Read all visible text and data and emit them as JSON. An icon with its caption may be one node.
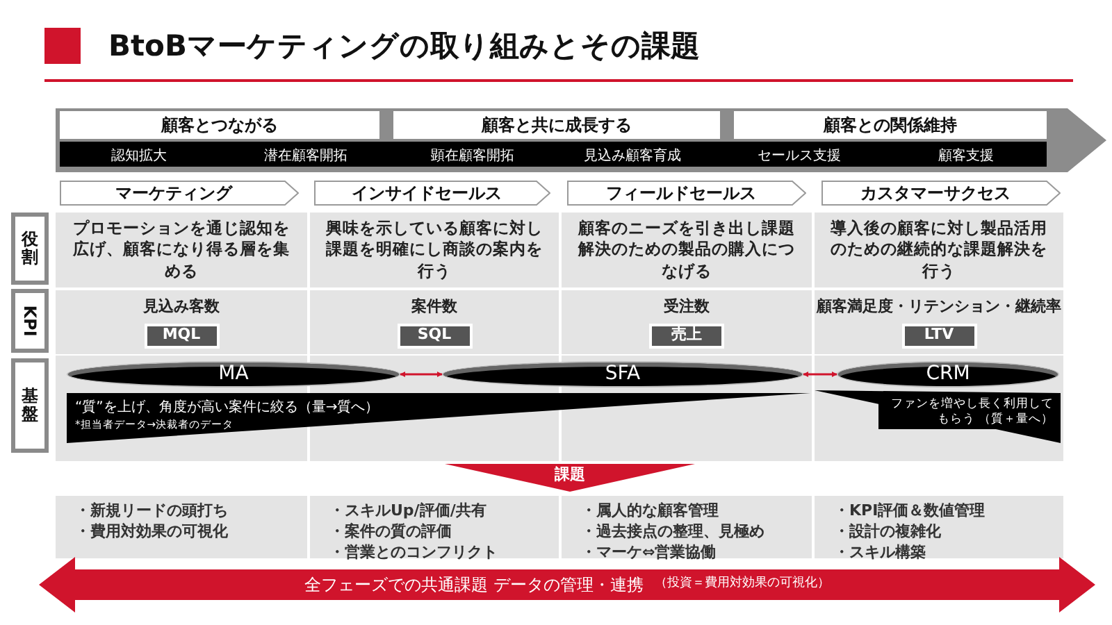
{
  "diagram": {
    "title": "BtoBマーケティングの取り組みとその課題",
    "nodes": [
      {
        "text": [],
        "shape": "arrow"
      },
      {
        "text": [
          "顧客とつながる"
        ],
        "in": 0
      },
      {
        "text": [
          "顧客と共に成長する"
        ],
        "in": 0
      },
      {
        "text": [
          "顧客との関係維持"
        ],
        "in": 0
      },
      {
        "text": [
          "マーケティング"
        ]
      },
      {
        "text": [
          "インサイドセールス"
        ]
      },
      {
        "text": [
          "フィールドセールス"
        ]
      },
      {
        "text": [
          "カスタマーサクセス"
        ]
      },
      {
        "text": [
          "役割"
        ]
      },
      {
        "text": [
          "KPI"
        ]
      },
      {
        "text": [
          "基盤"
        ]
      },
      {
        "text": [
          "プロモーションを通じ認知を広げ、顧客になり得る層を集める"
        ]
      },
      {
        "text": [
          "興味を示している顧客に対し課題を明確にし商談の案内を行う"
        ]
      },
      {
        "text": [
          "顧客のニーズを引き出し課題解決のための製品の購入につなげる"
        ]
      },
      {
        "text": [
          "導入後の顧客に対し製品活用のための継続的な課題解決を行う"
        ]
      },
      {
        "text": [
          "見込み客数",
          "MQL"
        ]
      },
      {
        "text": [
          "案件数",
          "SQL"
        ]
      },
      {
        "text": [
          "受注数",
          "売上"
        ]
      },
      {
        "text": [
          "顧客満足度・リテンション・継続率",
          "LTV"
        ]
      },
      {
        "text": [
          "MA"
        ]
      },
      {
        "text": [
          "SFA"
        ]
      },
      {
        "text": [
          "CRM"
        ]
      },
      {
        "text": [
          "“質”を上げ、角度が高い案件に絞る（量→質へ）",
          "*担当者データ→決裁者のデータ"
        ]
      },
      {
        "text": [
          "ファンを増やし長く利用してもらう （質＋量へ）"
        ]
      },
      {
        "text": [
          "課題"
        ]
      },
      {
        "text": [
          "・新規リードの頭打ち",
          "・費用対効果の可視化"
        ]
      },
      {
        "text": [
          "・スキルUp/評価/共有",
          "・案件の質の評価",
          "・営業とのコンフリクト"
        ]
      },
      {
        "text": [
          "・属人的な顧客管理",
          "・過去接点の整理、見極め",
          "・マーケ⇔営業協働"
        ]
      },
      {
        "text": [
          "・KPI評価＆数値管理",
          "・設計の複雑化",
          "・スキル構築"
        ]
      },
      {
        "text": [
          "全フェーズでの共通課題 データの管理・連携",
          "（投資＝費用対効果の可視化）"
        ]
      }
    ],
    "edges": [
      {
        "from": 19,
        "to": 20,
        "arrow": "both",
        "color": "#d0142c"
      },
      {
        "from": 20,
        "to": 21,
        "arrow": "both",
        "color": "#d0142c"
      }
    ],
    "labels": [
      "認知拡大",
      "潜在顧客開拓",
      "顕在顧客開拓",
      "見込み顧客育成",
      "セールス支援",
      "顧客支援"
    ]
  }
}
